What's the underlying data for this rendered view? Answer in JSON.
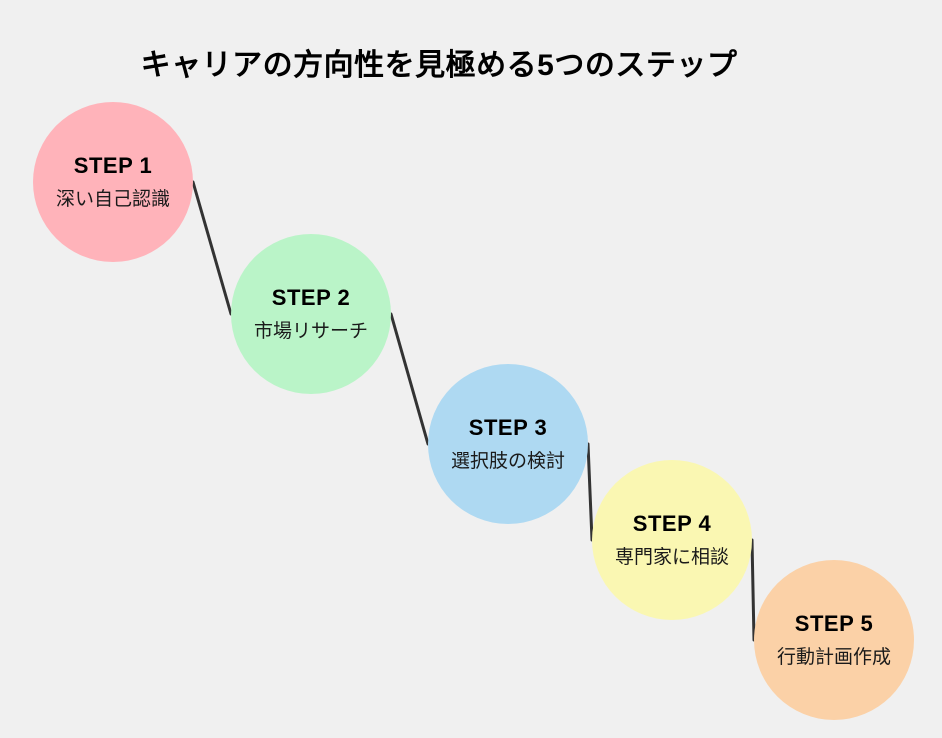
{
  "title": "キャリアの方向性を見極める5つのステップ",
  "steps": [
    {
      "label": "STEP 1",
      "sublabel": "深い自己認識",
      "color": "#FFB3BA"
    },
    {
      "label": "STEP 2",
      "sublabel": "市場リサーチ",
      "color": "#BAF4C8"
    },
    {
      "label": "STEP 3",
      "sublabel": "選択肢の検討",
      "color": "#AED9F2"
    },
    {
      "label": "STEP 4",
      "sublabel": "専門家に相談",
      "color": "#FAF7B2"
    },
    {
      "label": "STEP 5",
      "sublabel": "行動計画作成",
      "color": "#FBD1A7"
    }
  ],
  "colors": {
    "background": "#F0F0F0",
    "connector": "#333333",
    "step_label": "#000000",
    "step_sublabel": "#1A1A1A"
  }
}
